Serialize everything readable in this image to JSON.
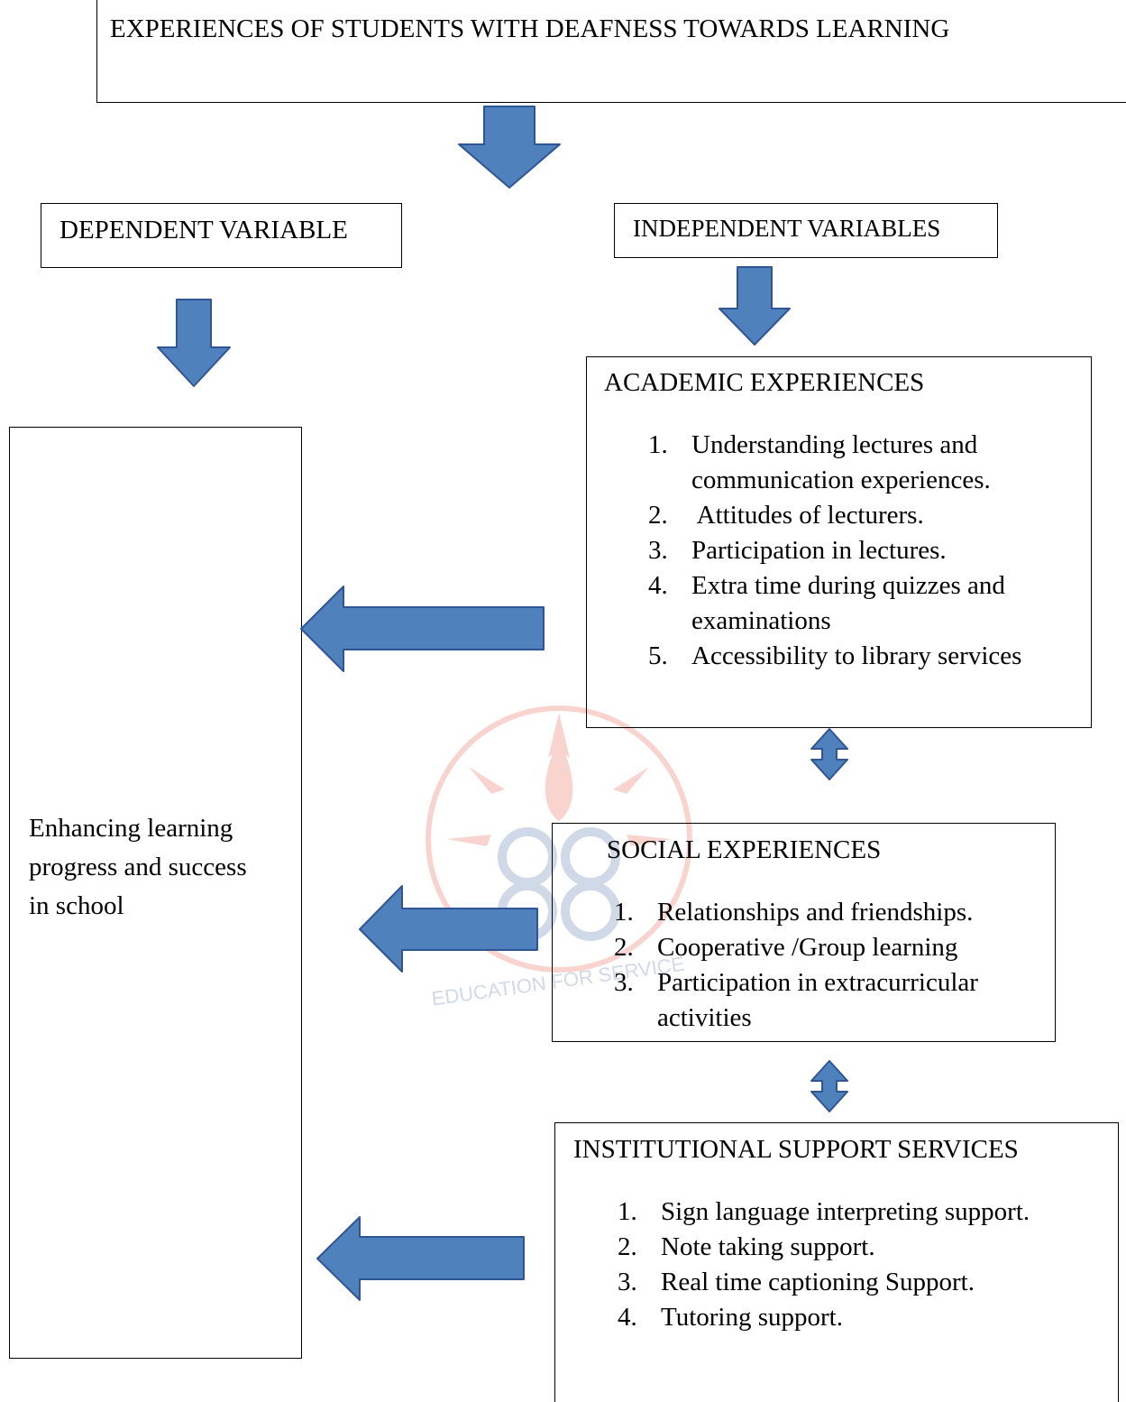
{
  "header": {
    "title": "EXPERIENCES OF STUDENTS WITH DEAFNESS TOWARDS LEARNING"
  },
  "dependent": {
    "label": "DEPENDENT VARIABLE",
    "outcome": [
      "Enhancing learning",
      "progress and success",
      "in school"
    ]
  },
  "independent": {
    "label": "INDEPENDENT VARIABLES"
  },
  "academic": {
    "title": "ACADEMIC EXPERIENCES",
    "items": [
      {
        "num": "1.",
        "lines": [
          "Understanding lectures and",
          "communication experiences."
        ]
      },
      {
        "num": "2.",
        "lines": [
          " Attitudes of lecturers."
        ]
      },
      {
        "num": "3.",
        "lines": [
          "Participation in lectures."
        ]
      },
      {
        "num": "4.",
        "lines": [
          "Extra time during quizzes and",
          "examinations"
        ]
      },
      {
        "num": "5.",
        "lines": [
          "Accessibility to library services"
        ]
      }
    ]
  },
  "social": {
    "title": "SOCIAL EXPERIENCES",
    "items": [
      {
        "num": "1.",
        "lines": [
          "Relationships and friendships."
        ]
      },
      {
        "num": "2.",
        "lines": [
          "Cooperative /Group learning"
        ]
      },
      {
        "num": "3.",
        "lines": [
          "Participation in extracurricular",
          "activities"
        ]
      }
    ]
  },
  "institutional": {
    "title": "INSTITUTIONAL SUPPORT SERVICES",
    "items": [
      {
        "num": "1.",
        "lines": [
          "Sign language interpreting support."
        ]
      },
      {
        "num": "2.",
        "lines": [
          "Note taking support."
        ]
      },
      {
        "num": "3.",
        "lines": [
          "Real time captioning Support."
        ]
      },
      {
        "num": "4.",
        "lines": [
          "Tutoring support."
        ]
      }
    ]
  },
  "watermark": {
    "text": "EDUCATION FOR SERVICE"
  },
  "colors": {
    "arrow_fill": "#4f81bd",
    "arrow_stroke": "#2f5597",
    "watermark_red": "#e8402b",
    "watermark_blue": "#2f5597"
  }
}
